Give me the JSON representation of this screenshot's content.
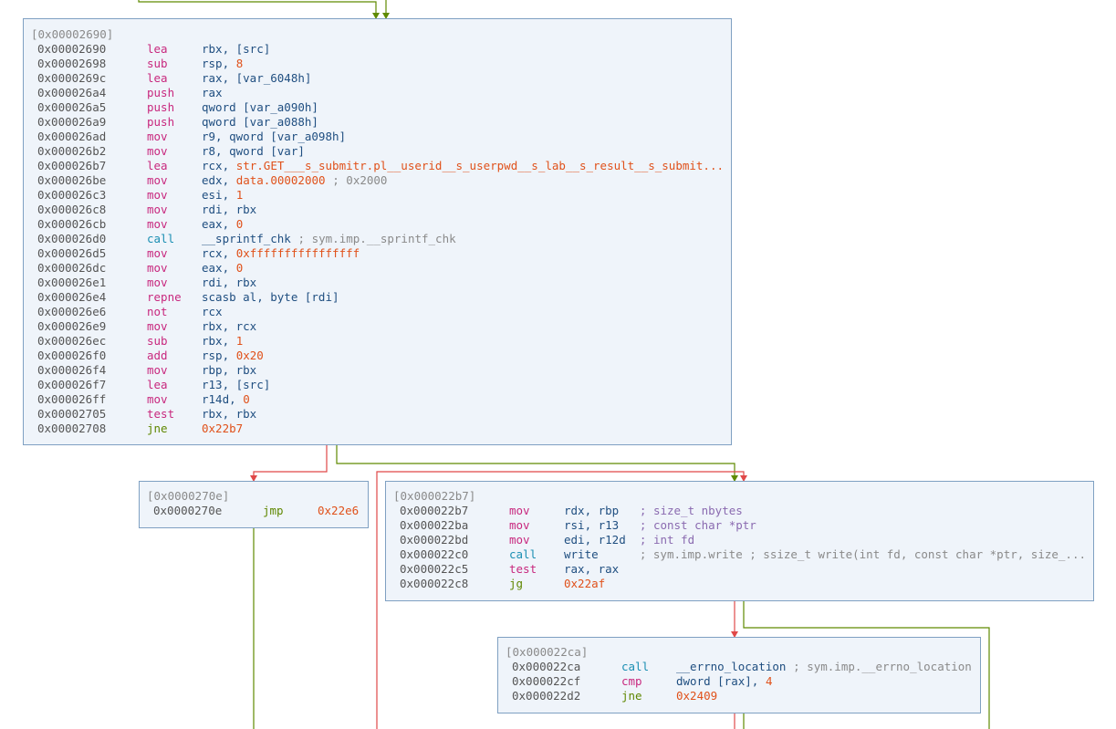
{
  "colors": {
    "node_bg": "#eff4fa",
    "node_border": "#7fa0c2",
    "edge_true": "#5f8a00",
    "edge_false": "#e04848",
    "mnemonic": "#c8287e",
    "mnemonic_jump": "#5f8700",
    "mnemonic_call": "#1b8fb3",
    "number": "#e0511a",
    "comment": "#8a8a8a",
    "type_comment": "#8a6ab0"
  },
  "blocks": [
    {
      "id": "b1",
      "header": "[0x00002690]",
      "rows": [
        {
          "addr": "0x00002690",
          "mnemonic": "lea",
          "op": [
            {
              "t": "rbx, [src]",
              "c": "reg"
            }
          ]
        },
        {
          "addr": "0x00002698",
          "mnemonic": "sub",
          "op": [
            {
              "t": "rsp, ",
              "c": "reg"
            },
            {
              "t": "8",
              "c": "num"
            }
          ]
        },
        {
          "addr": "0x0000269c",
          "mnemonic": "lea",
          "op": [
            {
              "t": "rax, [var_6048h]",
              "c": "reg"
            }
          ]
        },
        {
          "addr": "0x000026a4",
          "mnemonic": "push",
          "op": [
            {
              "t": "rax",
              "c": "reg"
            }
          ]
        },
        {
          "addr": "0x000026a5",
          "mnemonic": "push",
          "op": [
            {
              "t": "qword [var_a090h]",
              "c": "reg"
            }
          ]
        },
        {
          "addr": "0x000026a9",
          "mnemonic": "push",
          "op": [
            {
              "t": "qword [var_a088h]",
              "c": "reg"
            }
          ]
        },
        {
          "addr": "0x000026ad",
          "mnemonic": "mov",
          "op": [
            {
              "t": "r9, qword [var_a098h]",
              "c": "reg"
            }
          ]
        },
        {
          "addr": "0x000026b2",
          "mnemonic": "mov",
          "op": [
            {
              "t": "r8, qword [var]",
              "c": "reg"
            }
          ]
        },
        {
          "addr": "0x000026b7",
          "mnemonic": "lea",
          "op": [
            {
              "t": "rcx, ",
              "c": "reg"
            },
            {
              "t": "str.GET___s_submitr.pl__userid__s_userpwd__s_lab__s_result__s_submit...",
              "c": "str"
            }
          ]
        },
        {
          "addr": "0x000026be",
          "mnemonic": "mov",
          "op": [
            {
              "t": "edx, ",
              "c": "reg"
            },
            {
              "t": "data.00002000",
              "c": "num"
            },
            {
              "t": " ; 0x2000",
              "c": "cmt"
            }
          ]
        },
        {
          "addr": "0x000026c3",
          "mnemonic": "mov",
          "op": [
            {
              "t": "esi, ",
              "c": "reg"
            },
            {
              "t": "1",
              "c": "num"
            }
          ]
        },
        {
          "addr": "0x000026c8",
          "mnemonic": "mov",
          "op": [
            {
              "t": "rdi, rbx",
              "c": "reg"
            }
          ]
        },
        {
          "addr": "0x000026cb",
          "mnemonic": "mov",
          "op": [
            {
              "t": "eax, ",
              "c": "reg"
            },
            {
              "t": "0",
              "c": "num"
            }
          ]
        },
        {
          "addr": "0x000026d0",
          "mnemonic": "call",
          "kind": "call",
          "op": [
            {
              "t": "__sprintf_chk",
              "c": "reg"
            },
            {
              "t": " ; sym.imp.__sprintf_chk",
              "c": "cmt"
            }
          ]
        },
        {
          "addr": "0x000026d5",
          "mnemonic": "mov",
          "op": [
            {
              "t": "rcx, ",
              "c": "reg"
            },
            {
              "t": "0xffffffffffffffff",
              "c": "num"
            }
          ]
        },
        {
          "addr": "0x000026dc",
          "mnemonic": "mov",
          "op": [
            {
              "t": "eax, ",
              "c": "reg"
            },
            {
              "t": "0",
              "c": "num"
            }
          ]
        },
        {
          "addr": "0x000026e1",
          "mnemonic": "mov",
          "op": [
            {
              "t": "rdi, rbx",
              "c": "reg"
            }
          ]
        },
        {
          "addr": "0x000026e4",
          "mnemonic": "repne",
          "op": [
            {
              "t": "scasb al, byte [rdi]",
              "c": "reg"
            }
          ]
        },
        {
          "addr": "0x000026e6",
          "mnemonic": "not",
          "op": [
            {
              "t": "rcx",
              "c": "reg"
            }
          ]
        },
        {
          "addr": "0x000026e9",
          "mnemonic": "mov",
          "op": [
            {
              "t": "rbx, rcx",
              "c": "reg"
            }
          ]
        },
        {
          "addr": "0x000026ec",
          "mnemonic": "sub",
          "op": [
            {
              "t": "rbx, ",
              "c": "reg"
            },
            {
              "t": "1",
              "c": "num"
            }
          ]
        },
        {
          "addr": "0x000026f0",
          "mnemonic": "add",
          "op": [
            {
              "t": "rsp, ",
              "c": "reg"
            },
            {
              "t": "0x20",
              "c": "num"
            }
          ]
        },
        {
          "addr": "0x000026f4",
          "mnemonic": "mov",
          "op": [
            {
              "t": "rbp, rbx",
              "c": "reg"
            }
          ]
        },
        {
          "addr": "0x000026f7",
          "mnemonic": "lea",
          "op": [
            {
              "t": "r13, [src]",
              "c": "reg"
            }
          ]
        },
        {
          "addr": "0x000026ff",
          "mnemonic": "mov",
          "op": [
            {
              "t": "r14d, ",
              "c": "reg"
            },
            {
              "t": "0",
              "c": "num"
            }
          ]
        },
        {
          "addr": "0x00002705",
          "mnemonic": "test",
          "op": [
            {
              "t": "rbx, rbx",
              "c": "reg"
            }
          ]
        },
        {
          "addr": "0x00002708",
          "mnemonic": "jne",
          "kind": "jump",
          "op": [
            {
              "t": "0x22b7",
              "c": "num"
            }
          ]
        }
      ]
    },
    {
      "id": "b2",
      "header": "[0x0000270e]",
      "rows": [
        {
          "addr": "0x0000270e",
          "mnemonic": "jmp",
          "kind": "jump",
          "op": [
            {
              "t": "0x22e6",
              "c": "num"
            }
          ]
        }
      ]
    },
    {
      "id": "b3",
      "header": "[0x000022b7]",
      "rows": [
        {
          "addr": "0x000022b7",
          "mnemonic": "mov",
          "op": [
            {
              "t": "rdx, rbp",
              "c": "reg"
            },
            {
              "t": "   ; size_t nbytes",
              "c": "tcmt"
            }
          ]
        },
        {
          "addr": "0x000022ba",
          "mnemonic": "mov",
          "op": [
            {
              "t": "rsi, r13",
              "c": "reg"
            },
            {
              "t": "   ; const char *ptr",
              "c": "tcmt"
            }
          ]
        },
        {
          "addr": "0x000022bd",
          "mnemonic": "mov",
          "op": [
            {
              "t": "edi, r12d",
              "c": "reg"
            },
            {
              "t": "  ; int fd",
              "c": "tcmt"
            }
          ]
        },
        {
          "addr": "0x000022c0",
          "mnemonic": "call",
          "kind": "call",
          "op": [
            {
              "t": "write",
              "c": "reg"
            },
            {
              "t": "      ; sym.imp.write ; ssize_t write(int fd, const char *ptr, size_...",
              "c": "cmt"
            }
          ]
        },
        {
          "addr": "0x000022c5",
          "mnemonic": "test",
          "op": [
            {
              "t": "rax, rax",
              "c": "reg"
            }
          ]
        },
        {
          "addr": "0x000022c8",
          "mnemonic": "jg",
          "kind": "jump",
          "op": [
            {
              "t": "0x22af",
              "c": "num"
            }
          ]
        }
      ]
    },
    {
      "id": "b4",
      "header": "[0x000022ca]",
      "rows": [
        {
          "addr": "0x000022ca",
          "mnemonic": "call",
          "kind": "call",
          "op": [
            {
              "t": "__errno_location",
              "c": "reg"
            },
            {
              "t": " ; sym.imp.__errno_location",
              "c": "cmt"
            }
          ]
        },
        {
          "addr": "0x000022cf",
          "mnemonic": "cmp",
          "op": [
            {
              "t": "dword [rax], ",
              "c": "reg"
            },
            {
              "t": "4",
              "c": "num"
            }
          ]
        },
        {
          "addr": "0x000022d2",
          "mnemonic": "jne",
          "kind": "jump",
          "op": [
            {
              "t": "0x2409",
              "c": "num"
            }
          ]
        }
      ]
    }
  ]
}
